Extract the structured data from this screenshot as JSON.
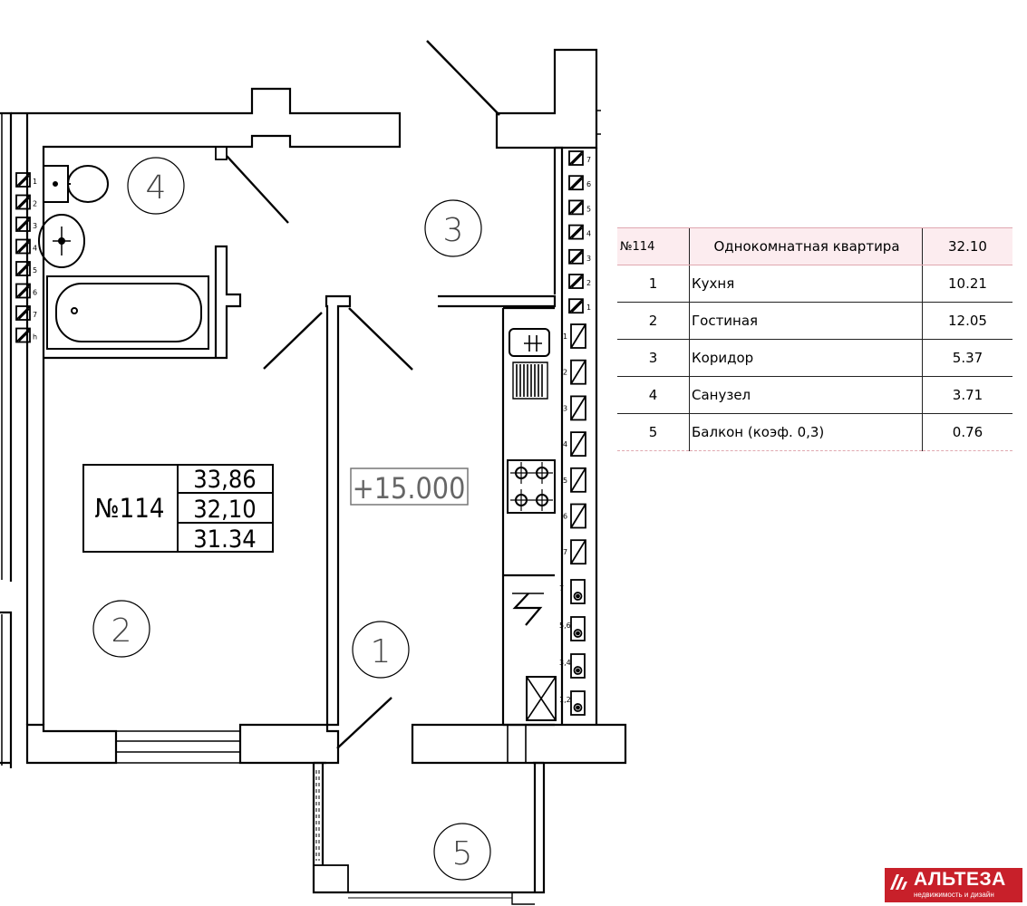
{
  "plan": {
    "apartment_number": "№114",
    "areas": [
      "33,86",
      "32,10",
      "31.34"
    ],
    "level_mark": "+15.000",
    "room_markers": [
      "1",
      "2",
      "3",
      "4",
      "5"
    ],
    "shaft_numbers_right_top": [
      "7",
      "6",
      "5",
      "4",
      "3",
      "2",
      "1"
    ],
    "shaft_numbers_left": [
      "1",
      "2",
      "3",
      "4",
      "5",
      "6",
      "7",
      "h"
    ],
    "shaft_numbers_right_mid": [
      "1",
      "2",
      "3",
      "4",
      "5",
      "6",
      "7"
    ],
    "shaft_numbers_right_low": [
      "7",
      "5,6",
      "3,4",
      "1,2"
    ]
  },
  "table": {
    "header": {
      "num": "№114",
      "title": "Однокомнатная квартира",
      "area": "32.10"
    },
    "rows": [
      {
        "num": "1",
        "name": "Кухня",
        "area": "10.21"
      },
      {
        "num": "2",
        "name": "Гостиная",
        "area": "12.05"
      },
      {
        "num": "3",
        "name": "Коридор",
        "area": "5.37"
      },
      {
        "num": "4",
        "name": "Санузел",
        "area": "3.71"
      },
      {
        "num": "5",
        "name": "Балкон (коэф. 0,3)",
        "area": "0.76"
      }
    ]
  },
  "brand": {
    "name": "АЛЬТЕЗА",
    "tagline": "недвижимость и дизайн",
    "color": "#c8202a"
  }
}
